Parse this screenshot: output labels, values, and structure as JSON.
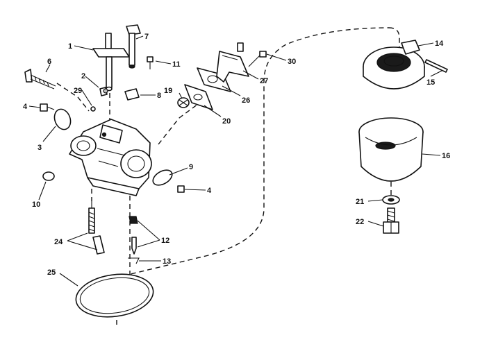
{
  "diagram": {
    "callouts": {
      "c1": "1",
      "c2": "2",
      "c3": "3",
      "c4a": "4",
      "c4b": "4",
      "c6": "6",
      "c7": "7",
      "c8": "8",
      "c9": "9",
      "c10": "10",
      "c11": "11",
      "c12": "12",
      "c13": "13",
      "c14": "14",
      "c15": "15",
      "c16": "16",
      "c19": "19",
      "c20": "20",
      "c21": "21",
      "c22": "22",
      "c24": "24",
      "c25": "25",
      "c26": "26",
      "c27": "27",
      "c29": "29",
      "c30": "30"
    }
  }
}
